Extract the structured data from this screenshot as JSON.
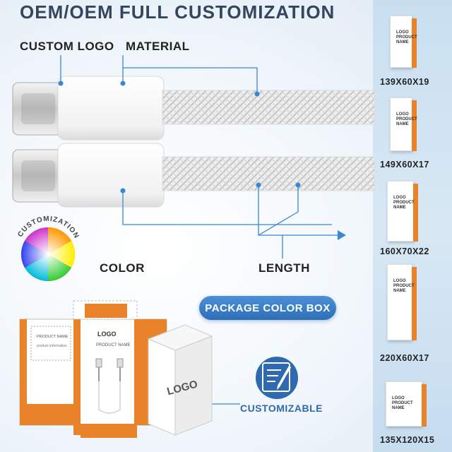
{
  "title": "OEM/OEM FULL CUSTOMIZATION",
  "labels": {
    "custom_logo": "CUSTOM LOGO",
    "material": "MATERIAL",
    "color": "COLOR",
    "length": "LENGTH",
    "customization": "CUSTOMIZATION"
  },
  "package_button": "PACKAGE COLOR BOX",
  "customizable": "CUSTOMIZABLE",
  "box_logo": "LOGO",
  "flat_box": {
    "product_name": "PRODUCT NAME",
    "product_info": "product information",
    "logo": "LOGO",
    "product_name_2": "PRODUCT NAME"
  },
  "box_sizes": [
    "139X60X19",
    "149X60X17",
    "160X70X22",
    "220X60X17",
    "135X120X15"
  ],
  "mini_box_text": {
    "logo": "LOGO",
    "product": "PRODUCT",
    "name": "NAME"
  },
  "colors": {
    "title": "#34455d",
    "accent": "#e8832a",
    "pill": "#3b7fc8",
    "line": "#3a86d6"
  }
}
